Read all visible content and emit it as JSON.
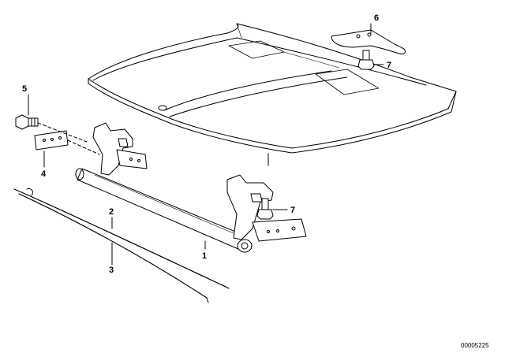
{
  "diagram": {
    "callouts": {
      "c1": "1",
      "c2": "2",
      "c3": "3",
      "c4": "4",
      "c5": "5",
      "c6": "6",
      "c7a": "7",
      "c7b": "7"
    },
    "code": "00005225"
  }
}
